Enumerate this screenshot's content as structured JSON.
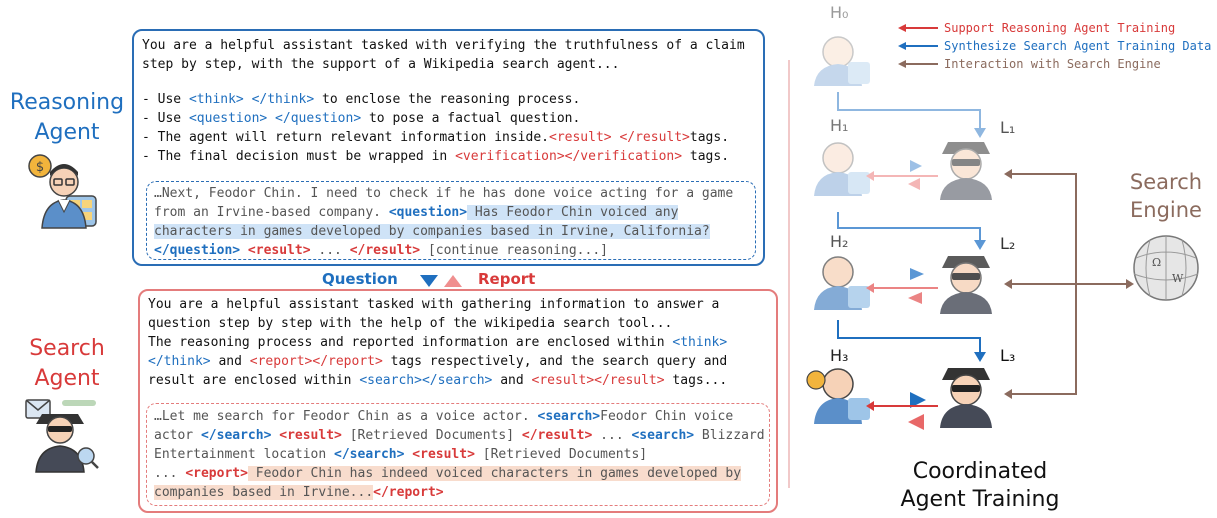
{
  "reasoning_agent": {
    "title_line1": "Reasoning",
    "title_line2": "Agent",
    "prompt_l1": "You are a helpful assistant tasked with verifying the truthfulness of a claim",
    "prompt_l2": "step by step, with the support of a Wikipedia search agent...",
    "bullet1_a": "- Use ",
    "bullet1_tag": "<think> </think>",
    "bullet1_b": " to enclose the reasoning process.",
    "bullet2_a": "- Use ",
    "bullet2_tag": "<question> </question>",
    "bullet2_b": " to pose a factual question.",
    "bullet3_a": "- The agent will return relevant information inside.",
    "bullet3_tag": "<result> </result>",
    "bullet3_b": "tags.",
    "bullet4_a": "- The final decision must be wrapped in ",
    "bullet4_tag": "<verification></verification>",
    "bullet4_b": " tags.",
    "ex_l1": "…Next, Feodor Chin. I need to check if he has done voice acting for a game",
    "ex_l2_a": "from an Irvine-based company. ",
    "ex_l2_tag": "<question>",
    "ex_l2_hl": " Has Feodor Chin voiced any",
    "ex_l3_hl": "characters in games developed by companies based in Irvine, California?",
    "ex_l4_tag1": "</question>",
    "ex_l4_tag2": " <result>",
    "ex_l4_mid": " ... ",
    "ex_l4_tag3": "</result>",
    "ex_l4_end": " [continue reasoning...]"
  },
  "exchange": {
    "question": "Question",
    "report": "Report"
  },
  "search_agent": {
    "title_line1": "Search",
    "title_line2": "Agent",
    "p_l1": "You are a helpful assistant tasked with gathering information to answer a",
    "p_l2": "question step by step with the help of the wikipedia search tool...",
    "p_l3_a": "The reasoning process and reported information are enclosed within ",
    "p_l3_tag": "<think>",
    "p_l4_tag1": "</think>",
    "p_l4_a": " and ",
    "p_l4_tag2": "<report></report>",
    "p_l4_b": " tags respectively, and the search query and",
    "p_l5_a": "result are enclosed within ",
    "p_l5_tag1": "<search></search>",
    "p_l5_b": " and ",
    "p_l5_tag2": "<result></result>",
    "p_l5_c": " tags...",
    "e_l1_a": "…Let me search for Feodor Chin as a voice actor. ",
    "e_l1_tag": "<search>",
    "e_l1_b": "Feodor Chin voice",
    "e_l2_a": "actor ",
    "e_l2_tag1": "</search>",
    "e_l2_tag2": " <result>",
    "e_l2_b": " [Retrieved Documents] ",
    "e_l2_tag3": "</result>",
    "e_l2_c": " ... ",
    "e_l2_tag4": "<search>",
    "e_l2_d": " Blizzard",
    "e_l3_a": "Entertainment location  ",
    "e_l3_tag1": "</search>",
    "e_l3_tag2": " <result>",
    "e_l3_b": " [Retrieved Documents]",
    "e_l4_a": "... ",
    "e_l4_tag": "<report>",
    "e_l4_hl": " Feodor Chin has indeed voiced characters in games developed by",
    "e_l5_hl": "companies based in Irvine...",
    "e_l5_tag": "</report>"
  },
  "legend": {
    "red": "Support Reasoning Agent Training",
    "blue": "Synthesize Search Agent Training Data",
    "brown": "Interaction with Search Engine"
  },
  "nodes": {
    "h0": "H₀",
    "h1": "H₁",
    "h2": "H₂",
    "h3": "H₃",
    "l1": "L₁",
    "l2": "L₂",
    "l3": "L₃"
  },
  "search_engine": {
    "line1": "Search",
    "line2": "Engine"
  },
  "caption": {
    "line1": "Coordinated",
    "line2": "Agent Training"
  },
  "colors": {
    "blue": "#1f6fbf",
    "red": "#d83a3a",
    "brown": "#8b6b5e",
    "light_blue": "#8fb7e0",
    "light_red": "#f0a8a8"
  }
}
